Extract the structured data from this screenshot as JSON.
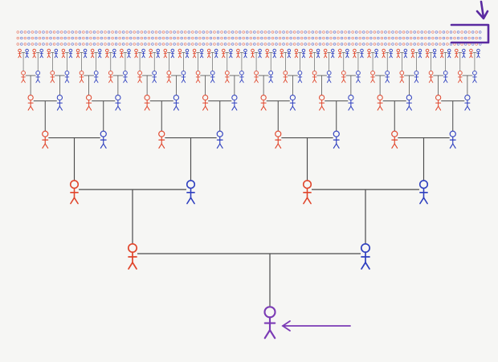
{
  "diagram": {
    "type": "family-tree",
    "generations": 7,
    "subject": {
      "color": "#7b3bb5",
      "pointer_arrow": true
    },
    "colors": {
      "father": "#2e3fbf",
      "mother": "#e0452b",
      "subject": "#7b3bb5",
      "connector": "#4a4a4a",
      "background": "#f6f6f4"
    },
    "corner_marker": {
      "color": "#5a2aa0",
      "arrow": "down"
    }
  }
}
